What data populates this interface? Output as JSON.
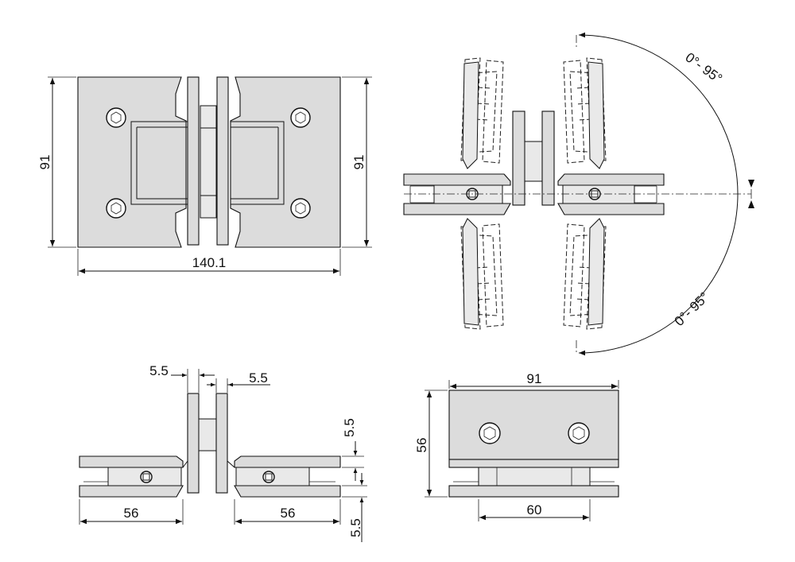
{
  "drawing": {
    "top_view": {
      "height_left": "91",
      "height_right": "91",
      "width": "140.1"
    },
    "swing_view": {
      "angle_top": "0°- 95°",
      "angle_bottom": "0°- 95°"
    },
    "side_view": {
      "plate_left": "5.5",
      "plate_right": "5.5",
      "length_left": "56",
      "length_right": "56",
      "gap_top": "5.5",
      "gap_bottom": "5.5"
    },
    "clamp_view": {
      "width": "91",
      "height": "56",
      "inner_width": "60"
    }
  }
}
